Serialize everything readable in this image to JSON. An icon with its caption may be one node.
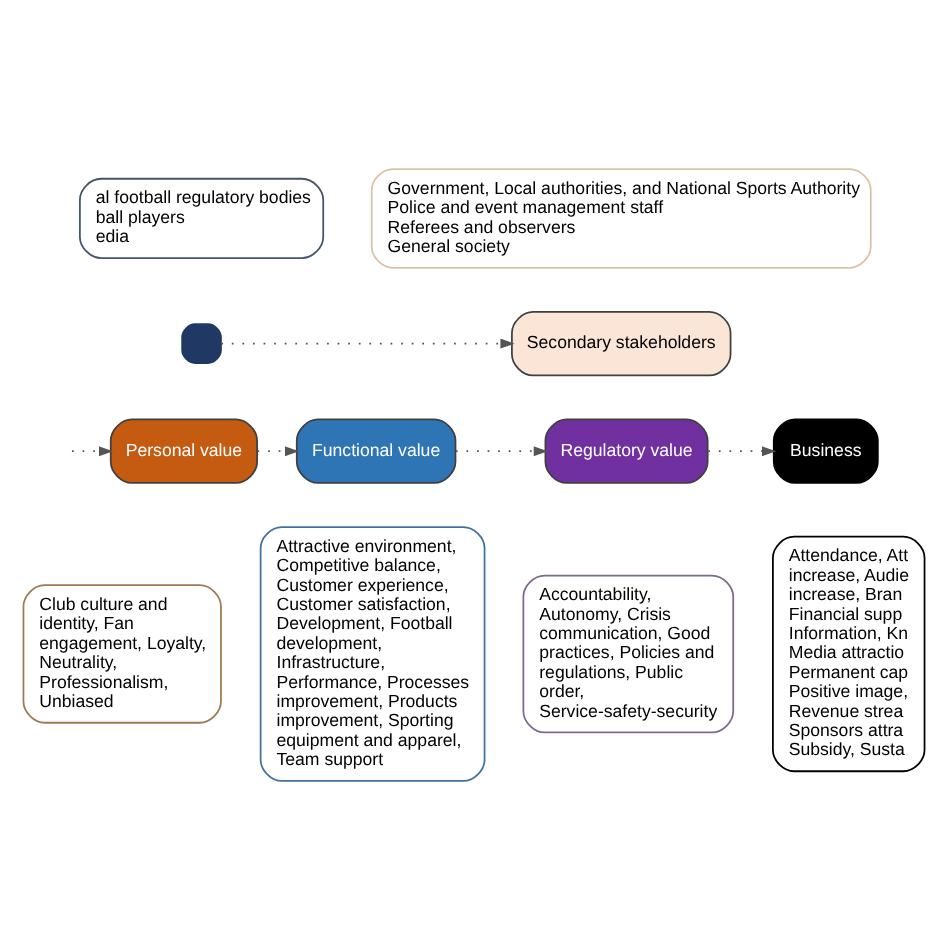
{
  "diagram": {
    "nodes": [
      {
        "text": [
          "al football regulatory bodies",
          "ball players",
          "edia"
        ]
      },
      {
        "text": [],
        "shape": "box"
      },
      {
        "text": [
          "Secondary stakeholders"
        ]
      },
      {
        "text": [
          "Government, Local authorities, and National Sports Authority",
          "Police and event management staff",
          "Referees and observers",
          "General society"
        ]
      },
      {
        "text": [
          "Personal value"
        ]
      },
      {
        "text": [
          "Club culture and identity, Fan engagement, Loyalty, Neutrality, Professionalism, Unbiased"
        ]
      },
      {
        "text": [
          "Functional value"
        ]
      },
      {
        "text": [
          "Attractive environment, Competitive balance, Customer experience, Customer satisfaction, Development, Football development, Infrastructure, Performance, Processes improvement, Products improvement, Sporting equipment and apparel, Team support"
        ]
      },
      {
        "text": [
          "Regulatory value"
        ]
      },
      {
        "text": [
          "Accountability, Autonomy, Crisis communication, Good practices, Policies and regulations, Public order, Service-safety-security"
        ]
      },
      {
        "text": [
          "Business"
        ]
      },
      {
        "text": [
          "Attendance, Att increase, Audie increase, Bran Financial supp Information, Kn Media attractio Permanent cap Positive image, Revenue strea Sponsors attra Subsidy, Susta"
        ]
      }
    ],
    "edges": [
      {
        "from": 1,
        "to": 2,
        "arrow": "to",
        "style": "dashed"
      },
      {
        "from": null,
        "to": 4,
        "arrow": "to",
        "style": "dashed"
      },
      {
        "from": 4,
        "to": 6,
        "arrow": "to",
        "style": "dashed"
      },
      {
        "from": 6,
        "to": 8,
        "arrow": "to",
        "style": "dashed"
      },
      {
        "from": 8,
        "to": 10,
        "arrow": "to",
        "style": "dashed"
      }
    ]
  }
}
